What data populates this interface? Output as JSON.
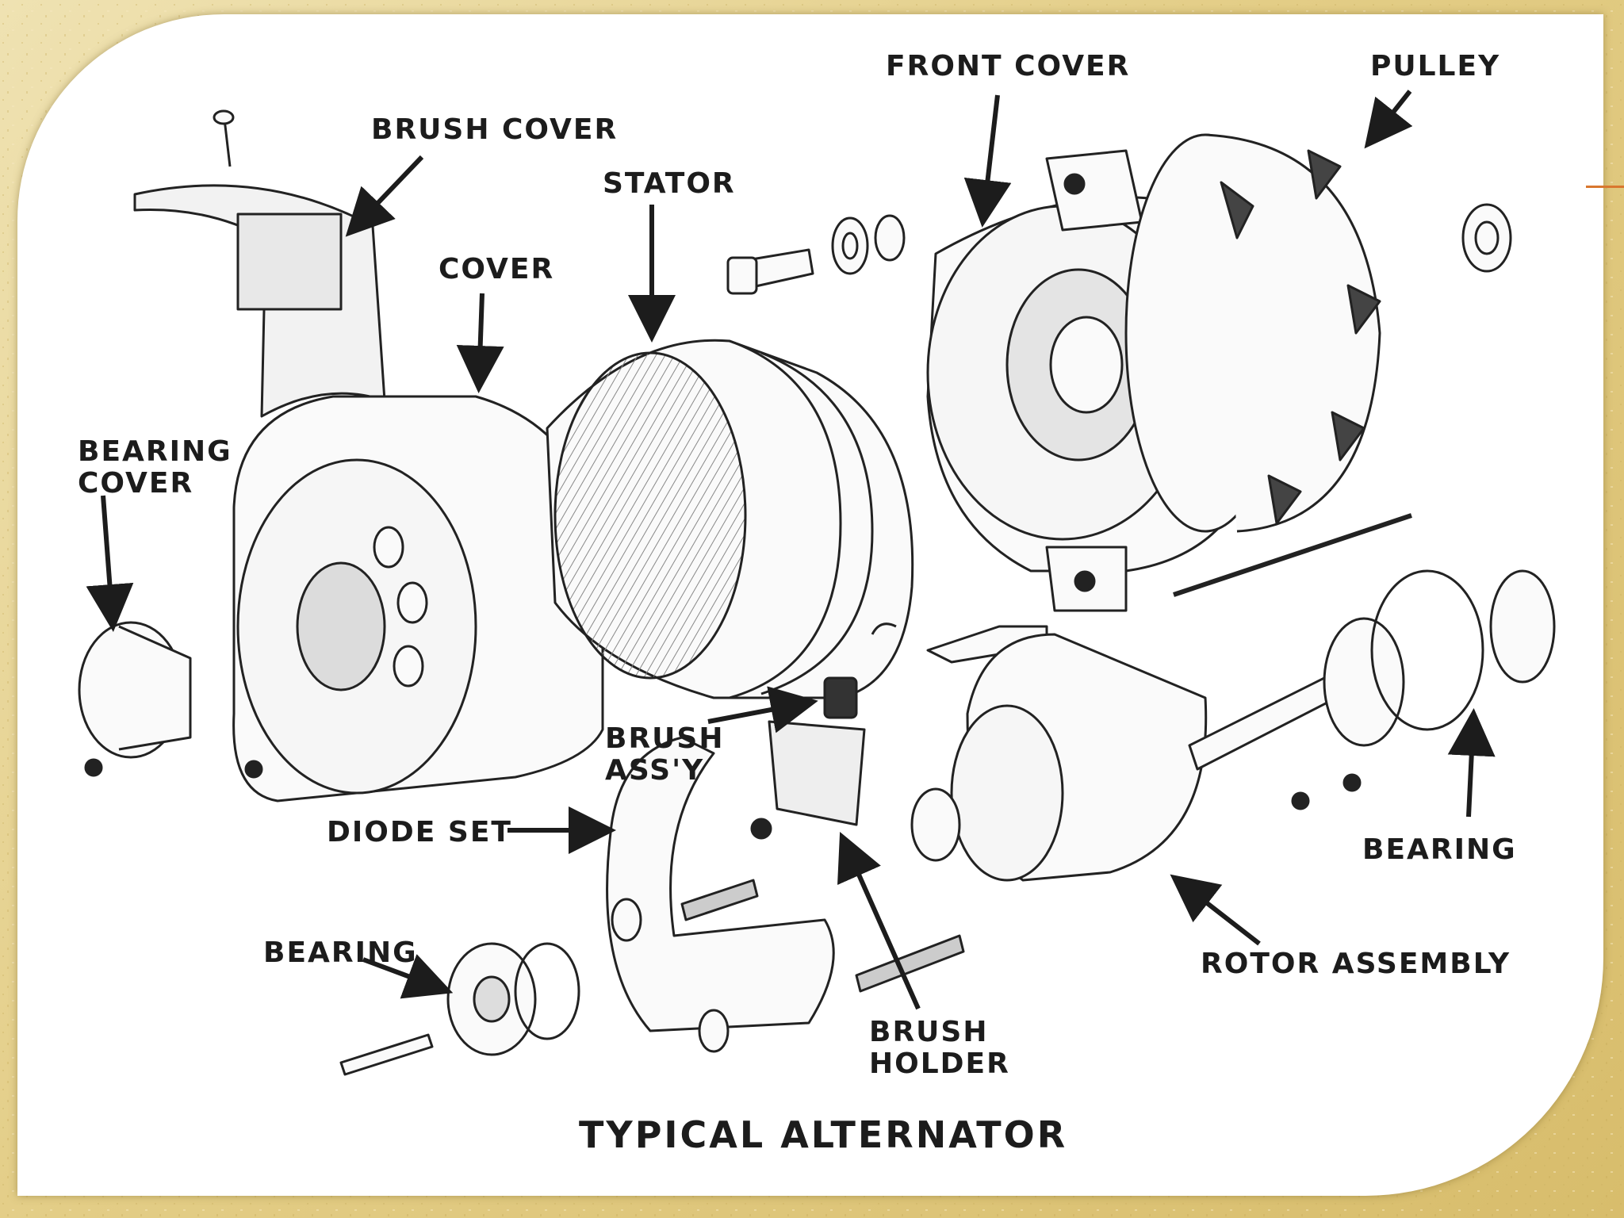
{
  "diagram": {
    "title": "TYPICAL ALTERNATOR",
    "labels": {
      "front_cover": "FRONT COVER",
      "pulley": "PULLEY",
      "brush_cover": "BRUSH COVER",
      "stator": "STATOR",
      "cover": "COVER",
      "bearing_cover_line1": "BEARING",
      "bearing_cover_line2": "COVER",
      "brush_assy_line1": "BRUSH",
      "brush_assy_line2": "ASS'Y",
      "diode_set": "DIODE SET",
      "bearing_right": "BEARING",
      "bearing_bottom": "BEARING",
      "rotor_assembly": "ROTOR ASSEMBLY",
      "brush_holder_line1": "BRUSH",
      "brush_holder_line2": "HOLDER"
    }
  },
  "colors": {
    "background": "#e3cd86",
    "panel": "#ffffff",
    "ink": "#1c1c1c",
    "accent_rule": "#d9772e"
  }
}
